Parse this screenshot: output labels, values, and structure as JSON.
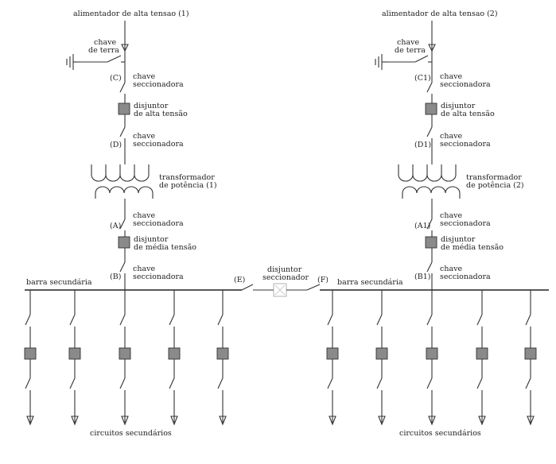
{
  "labels": {
    "feeder_1": "alimentador de alta tensao (1)",
    "feeder_2": "alimentador de alta tensao (2)",
    "earth_switch_1": [
      "chave",
      "de terra"
    ],
    "earth_switch_2": [
      "chave",
      "de terra"
    ],
    "point_C": "(C)",
    "point_C1": "(C1)",
    "point_D": "(D)",
    "point_D1": "(D1)",
    "point_A": "(A)",
    "point_A1": "(A1)",
    "point_B": "(B)",
    "point_B1": "(B1)",
    "point_E": "(E)",
    "point_F": "(F)",
    "sectionalizer_switch": [
      "chave",
      "seccionadora"
    ],
    "hv_breaker": [
      "disjuntor",
      "de alta tensão"
    ],
    "transformer_1": [
      "transformador",
      "de potência (1)"
    ],
    "transformer_2": [
      "transformador",
      "de potência (2)"
    ],
    "mv_breaker": [
      "disjuntor",
      "de média tensão"
    ],
    "secondary_bus": "barra secundária",
    "tie_breaker": [
      "disjuntor",
      "seccionador"
    ],
    "secondary_circuits": "circuitos secundários"
  },
  "colors": {
    "breaker_fill": "#8a8a8a",
    "line": "#333333",
    "background": "#ffffff"
  }
}
